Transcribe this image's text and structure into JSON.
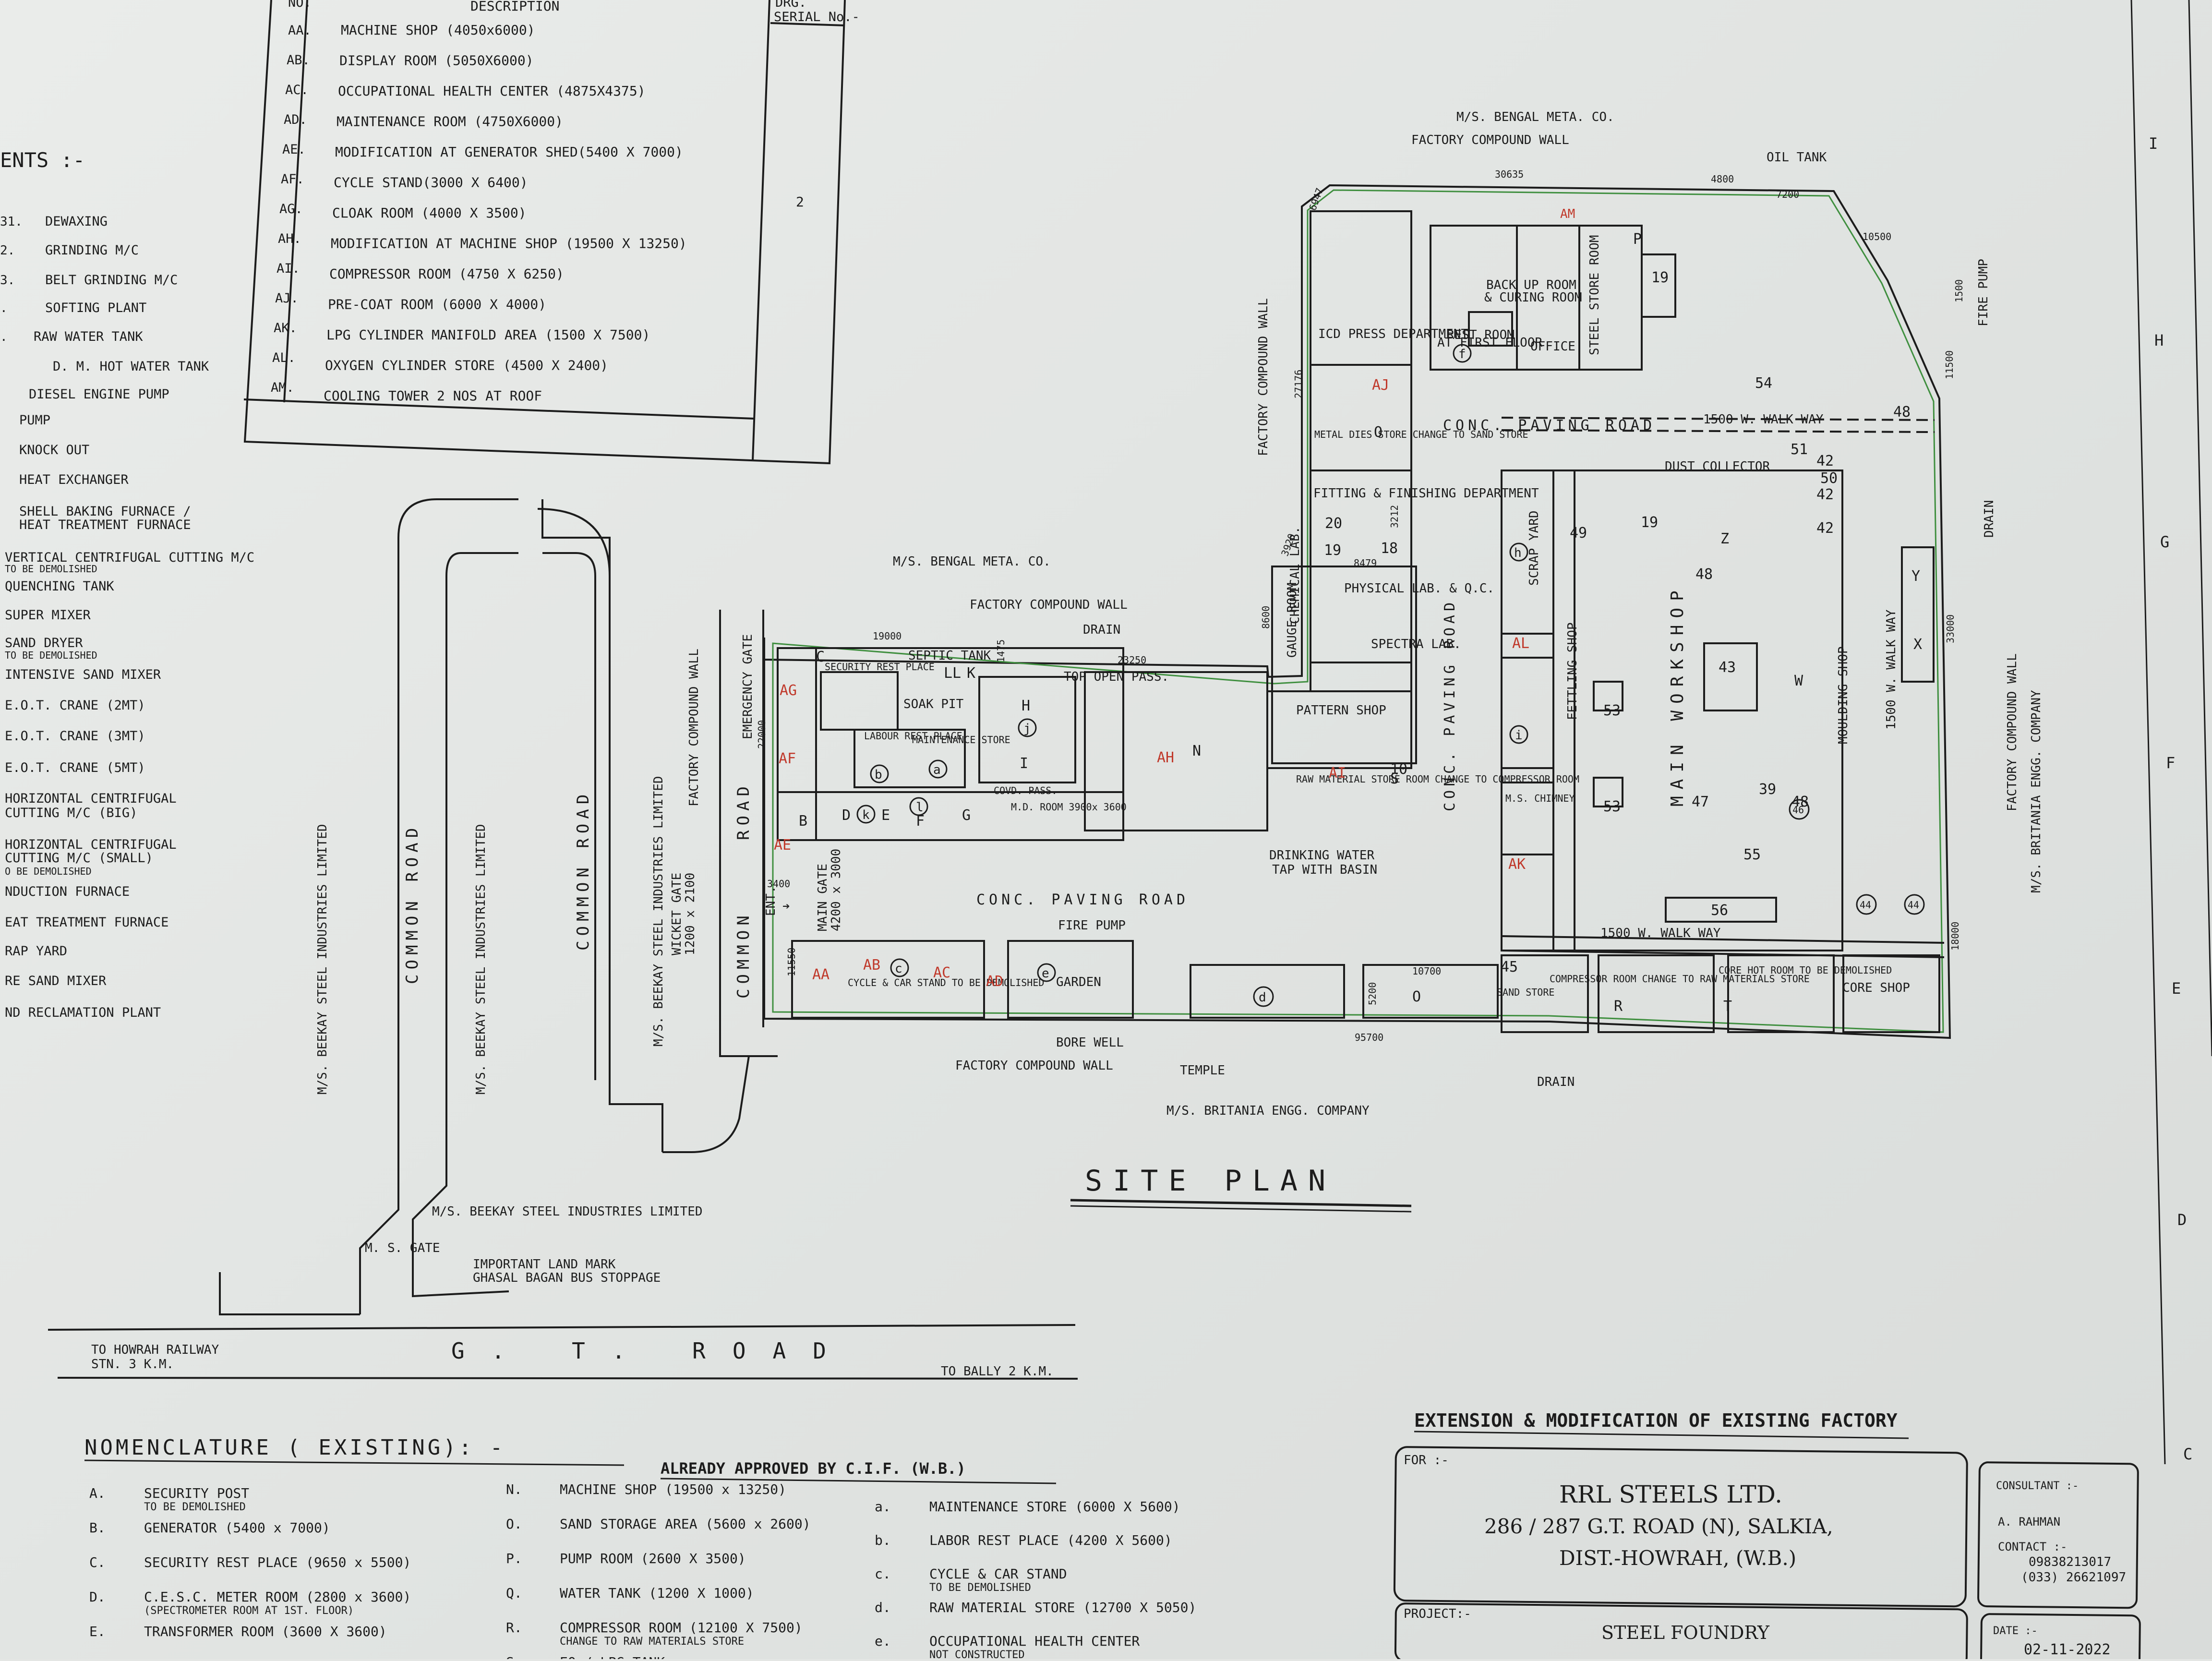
{
  "description_table": {
    "headers": {
      "description": "DESCRIPTION",
      "no": "NO.",
      "dwg": "DRG.",
      "serial": "SERIAL No.-"
    },
    "serial_value": "2",
    "rows": [
      {
        "code": "AA.",
        "desc": "MACHINE SHOP (4050x6000)"
      },
      {
        "code": "AB.",
        "desc": "DISPLAY ROOM (5050X6000)"
      },
      {
        "code": "AC.",
        "desc": "OCCUPATIONAL HEALTH CENTER (4875X4375)"
      },
      {
        "code": "AD.",
        "desc": "MAINTENANCE ROOM (4750X6000)"
      },
      {
        "code": "AE.",
        "desc": "MODIFICATION AT GENERATOR SHED(5400 X 7000)"
      },
      {
        "code": "AF.",
        "desc": "CYCLE STAND(3000 X 6400)"
      },
      {
        "code": "AG.",
        "desc": "CLOAK ROOM (4000 X 3500)"
      },
      {
        "code": "AH.",
        "desc": "MODIFICATION AT MACHINE SHOP (19500 X 13250)"
      },
      {
        "code": "AI.",
        "desc": "COMPRESSOR ROOM (4750 X 6250)"
      },
      {
        "code": "AJ.",
        "desc": "PRE-COAT ROOM (6000 X 4000)"
      },
      {
        "code": "AK.",
        "desc": "LPG CYLINDER MANIFOLD AREA (1500 X 7500)"
      },
      {
        "code": "AL.",
        "desc": "OXYGEN CYLINDER STORE (4500 X 2400)"
      },
      {
        "code": "AM.",
        "desc": "COOLING TOWER 2 NOS AT ROOF"
      }
    ]
  },
  "equipment_legend": {
    "heading": "ENTS :-",
    "items": [
      {
        "no": "31.",
        "label": "DEWAXING"
      },
      {
        "no": "2.",
        "label": "GRINDING M/C"
      },
      {
        "no": "3.",
        "label": "BELT GRINDING M/C"
      },
      {
        "no": ".",
        "label": "SOFTING PLANT"
      },
      {
        "no": ".",
        "label": "RAW WATER TANK"
      },
      {
        "no": "",
        "label": "D. M. HOT WATER TANK"
      },
      {
        "no": "",
        "label": "DIESEL ENGINE PUMP"
      },
      {
        "no": "",
        "label": "PUMP"
      },
      {
        "no": "",
        "label": "KNOCK OUT"
      },
      {
        "no": "",
        "label": "HEAT EXCHANGER"
      },
      {
        "no": "",
        "label": "SHELL BAKING FURNACE /"
      },
      {
        "no": "",
        "label": "HEAT TREATMENT FURNACE"
      },
      {
        "no": "",
        "label": "VERTICAL CENTRIFUGAL CUTTING M/C"
      },
      {
        "no": "",
        "label": "TO BE DEMOLISHED"
      },
      {
        "no": "",
        "label": "QUENCHING TANK"
      },
      {
        "no": "",
        "label": "SUPER MIXER"
      },
      {
        "no": "",
        "label": "SAND DRYER"
      },
      {
        "no": "",
        "label": "TO BE DEMOLISHED"
      },
      {
        "no": "",
        "label": "INTENSIVE SAND MIXER"
      },
      {
        "no": "",
        "label": "E.O.T. CRANE (2MT)"
      },
      {
        "no": "",
        "label": "E.O.T. CRANE (3MT)"
      },
      {
        "no": "",
        "label": "E.O.T. CRANE (5MT)"
      },
      {
        "no": "",
        "label": "HORIZONTAL CENTRIFUGAL"
      },
      {
        "no": "",
        "label": "CUTTING M/C (BIG)"
      },
      {
        "no": "",
        "label": "HORIZONTAL CENTRIFUGAL"
      },
      {
        "no": "",
        "label": "CUTTING M/C (SMALL)"
      },
      {
        "no": "",
        "label": "O BE DEMOLISHED"
      },
      {
        "no": "",
        "label": "NDUCTION FURNACE"
      },
      {
        "no": "",
        "label": "EAT TREATMENT FURNACE"
      },
      {
        "no": "",
        "label": "RAP YARD"
      },
      {
        "no": "",
        "label": "RE SAND MIXER"
      },
      {
        "no": "",
        "label": "ND RECLAMATION PLANT"
      }
    ]
  },
  "site_plan": {
    "title": "SITE PLAN",
    "neighbors": {
      "top": "M/S. BENGAL META. CO.",
      "middle": "M/S. BENGAL META. CO.",
      "bottom": "M/S. BRITANIA ENGG. COMPANY",
      "right": "M/S. BRITANIA ENGG. COMPANY",
      "beekay_1": "M/S. BEEKAY STEEL INDUSTRIES LIMITED",
      "beekay_2": "M/S. BEEKAY STEEL INDUSTRIES LIMITED",
      "beekay_3": "M/S. BEEKAY STEEL INDUSTRIES LIMITED",
      "beekay_bottom": "M/S. BEEKAY STEEL INDUSTRIES LIMITED"
    },
    "roads": {
      "common_road": "COMMON ROAD",
      "common_road_short": "COMMON",
      "road": "ROAD",
      "gt_road": "G. T. ROAD",
      "to_howrah": "TO HOWRAH RAILWAY",
      "howrah_dist": "STN. 3 K.M.",
      "to_bally": "TO BALLY 2 K.M.",
      "ms_gate": "M. S. GATE",
      "landmark": "IMPORTANT LAND MARK",
      "landmark2": "GHASAL BAGAN BUS STOPPAGE"
    },
    "callouts": {
      "factory_wall": "FACTORY COMPOUND WALL",
      "drain": "DRAIN",
      "oil_tank": "OIL TANK",
      "fire_pump": "FIRE PUMP",
      "dust_collector": "DUST COLLECTOR",
      "soak_pit": "SOAK PIT",
      "septic_tank": "SEPTIC TANK",
      "top_open_pass": "TOP OPEN PASS.",
      "drinking_water": "DRINKING WATER",
      "tap_basin": "TAP WITH BASIN",
      "bore_well": "BORE WELL",
      "temple": "TEMPLE",
      "emergency_gate": "EMERGENCY GATE",
      "wicket_gate": "WICKET GATE",
      "wicket_size": "1200 x 2100",
      "main_gate": "MAIN GATE",
      "main_gate_size": "4200 x 3000",
      "ent": "ENT.",
      "conc_paving": "CONC. PAVING ROAD",
      "walkway": "1500 W. WALK WAY",
      "cooling": "AM"
    },
    "rooms": {
      "icd_press": "ICD PRESS DEPARTMENT",
      "back_up": "BACK UP ROOM",
      "curing": "& CURING ROOM",
      "rest_room": "REST ROOM",
      "first_floor": "AT FIRST FLOOR",
      "office": "OFFICE",
      "steel_store": "STEEL STORE ROOM",
      "fitting": "FITTING & FINISHING DEPARTMENT",
      "physical_lab": "PHYSICAL LAB. & Q.C.",
      "spectra_lab": "SPECTRA LAB.",
      "chemical_lab": "CHEMICAL LAB.",
      "gauge_room": "GAUGE ROOM",
      "pattern_shop": "PATTERN SHOP",
      "raw_material": "RAW MATERIAL STORE ROOM CHANGE TO COMPRESSOR ROOM",
      "fettling_shop": "FETTLING SHOP",
      "scrap_yard": "SCRAP YARD",
      "main_workshop": "MAIN WORKSHOP",
      "moulding_shop": "MOULDING SHOP",
      "core_shop": "CORE SHOP",
      "compressor_room": "COMPRESSOR ROOM CHANGE TO RAW MATERIALS STORE",
      "core_hot_room": "CORE HOT ROOM TO BE DEMOLISHED",
      "sand_store": "SAND STORE",
      "garden": "GARDEN",
      "cycle_stand": "CYCLE & CAR STAND TO BE DEMOLISHED",
      "labour_rest": "LABOUR REST PLACE",
      "maintenance_store": "MAINTENANCE STORE",
      "security_rest": "SECURITY REST PLACE",
      "md_room": "M.D. ROOM 3900x 3600",
      "covd_pass": "COVD. PASS.",
      "ms_chimney": "M.S. CHIMNEY",
      "metal_dies": "METAL DIES STORE CHANGE TO SAND STORE"
    },
    "dimensions": {
      "d30635": "30635",
      "d4800": "4800",
      "d7200": "7200",
      "d10500": "10500",
      "d6947": "6947",
      "d19000": "19000",
      "d1475": "1475",
      "d23250": "23250",
      "d8600": "8600",
      "d3920": "3920",
      "d27176": "27176",
      "d22000": "22000",
      "d33000": "33000",
      "d18000": "18000",
      "d11500": "11500",
      "d95700": "95700",
      "d10700": "10700",
      "d3400": "3400",
      "d11550": "11550",
      "d5200": "5200",
      "d8479": "8479",
      "d3212": "3212",
      "d1500": "1500"
    }
  },
  "nomenclature": {
    "heading": "NOMENCLATURE ( EXISTING): -",
    "sub": "ALREADY APPROVED BY C.I.F. (W.B.)",
    "col1": [
      {
        "code": "A.",
        "desc": "SECURITY POST",
        "note": "TO BE DEMOLISHED"
      },
      {
        "code": "B.",
        "desc": "GENERATOR (5400 x 7000)",
        "note": ""
      },
      {
        "code": "C.",
        "desc": "SECURITY REST PLACE (9650 x 5500)",
        "note": ""
      },
      {
        "code": "D.",
        "desc": "C.E.S.C. METER ROOM (2800 x 3600)",
        "note": "(SPECTROMETER ROOM AT 1ST. FLOOR)"
      },
      {
        "code": "E.",
        "desc": "TRANSFORMER ROOM (3600 X 3600)",
        "note": ""
      }
    ],
    "col2": [
      {
        "code": "N.",
        "desc": "MACHINE SHOP (19500 x 13250)",
        "note": ""
      },
      {
        "code": "O.",
        "desc": "SAND STORAGE AREA (5600 x 2600)",
        "note": ""
      },
      {
        "code": "P.",
        "desc": "PUMP ROOM (2600 X 3500)",
        "note": ""
      },
      {
        "code": "Q.",
        "desc": "WATER TANK (1200 X 1000)",
        "note": ""
      },
      {
        "code": "R.",
        "desc": "COMPRESSOR ROOM (12100 X 7500)",
        "note": "CHANGE TO RAW MATERIALS STORE"
      },
      {
        "code": "S.",
        "desc": "EO / LPG TANK",
        "note": ""
      }
    ],
    "col3": [
      {
        "code": "a.",
        "desc": "MAINTENANCE STORE (6000 X 5600)",
        "note": ""
      },
      {
        "code": "b.",
        "desc": "LABOR REST PLACE (4200 X 5600)",
        "note": ""
      },
      {
        "code": "c.",
        "desc": "CYCLE & CAR STAND",
        "note": "TO BE DEMOLISHED"
      },
      {
        "code": "d.",
        "desc": "RAW MATERIAL STORE (12700 X 5050)",
        "note": ""
      },
      {
        "code": "e.",
        "desc": "OCCUPATIONAL HEALTH CENTER",
        "note": "NOT CONSTRUCTED"
      }
    ]
  },
  "title_block": {
    "heading": "EXTENSION & MODIFICATION OF EXISTING FACTORY",
    "for_label": "FOR :-",
    "company": "RRL STEELS LTD.",
    "address1": "286 / 287 G.T. ROAD (N), SALKIA,",
    "address2": "DIST.-HOWRAH, (W.B.)",
    "project_label": "PROJECT:-",
    "project": "STEEL FOUNDRY",
    "consultant_label": "CONSULTANT :-",
    "consultant": "A. RAHMAN",
    "contact_label": "CONTACT :-",
    "phone1": "09838213017",
    "phone2": "(033) 26621097",
    "date_label": "DATE :-",
    "date": "02-11-2022"
  },
  "grid_letters": [
    "I",
    "H",
    "G",
    "F",
    "E",
    "D",
    "C"
  ]
}
